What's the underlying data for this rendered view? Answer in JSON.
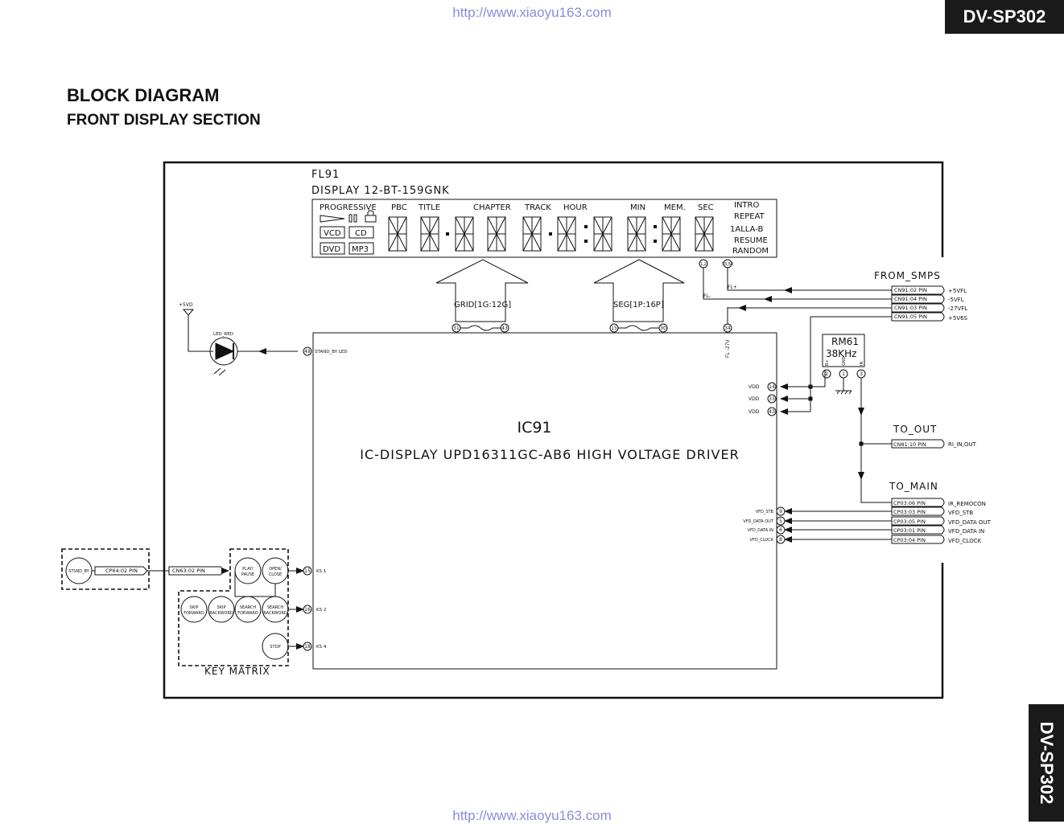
{
  "header": {
    "url": "http://www.xiaoyu163.com",
    "model": "DV-SP302",
    "title": "BLOCK DIAGRAM",
    "subtitle": "FRONT DISPLAY SECTION"
  },
  "display": {
    "ref": "FL91",
    "part": "DISPLAY 12-BT-159GNK",
    "labels": {
      "progressive": "PROGRESSIVE",
      "pbc": "PBC",
      "title": "TITLE",
      "chapter": "CHAPTER",
      "track": "TRACK",
      "hour": "HOUR",
      "min": "MIN",
      "mem": "MEM.",
      "sec": "SEC",
      "vcd": "VCD",
      "cd": "CD",
      "dvd": "DVD",
      "mp3": "MP3"
    },
    "modes": [
      "INTRO",
      "REPEAT",
      "1ALLA-B",
      "RESUME",
      "RANDOM"
    ],
    "pin_a": "1,2",
    "pin_b": "53,54"
  },
  "ic": {
    "ref": "IC91",
    "desc": "IC-DISPLAY UPD16311GC-AB6 HIGH VOLTAGE DRIVER",
    "grid_label": "GRID[1G:12G]",
    "seg_label": "SEG[1P:16P]",
    "grid_pins": [
      "31",
      "43"
    ],
    "seg_pins": [
      "15",
      "30"
    ],
    "fl_pin": "34",
    "fl_label": "FL -27V",
    "led_pin": "49",
    "led_pin_label": "STAND_BY LED",
    "vdd_pins": [
      {
        "name": "VDD",
        "pin": "14"
      },
      {
        "name": "VDD",
        "pin": "33"
      },
      {
        "name": "VDD",
        "pin": "43"
      }
    ],
    "vfd_pins": [
      {
        "name": "VFD_STB",
        "pin": "9"
      },
      {
        "name": "VFD_DATA OUT",
        "pin": "5"
      },
      {
        "name": "VFD_DATA IN",
        "pin": "6"
      },
      {
        "name": "VFD_CLOCK",
        "pin": "8"
      }
    ],
    "ks_pins": [
      {
        "name": "KS 1",
        "pin": "15"
      },
      {
        "name": "KS 2",
        "pin": "16"
      },
      {
        "name": "KS 4",
        "pin": "18"
      }
    ]
  },
  "from_smps": {
    "label": "FROM_SMPS",
    "fl_plus": "FL+",
    "fl_minus": "FL-",
    "rows": [
      {
        "conn": "CN91:02 PIN",
        "sig": "+5VFL"
      },
      {
        "conn": "CN91:04 PIN",
        "sig": "-5VFL"
      },
      {
        "conn": "CN91:03 PIN",
        "sig": "-27VFL"
      },
      {
        "conn": "CN91:05 PIN",
        "sig": "+5V6S"
      }
    ]
  },
  "rm61": {
    "ref": "RM61",
    "freq": "38KHz",
    "pin_names": [
      "B+",
      "GND",
      "IN"
    ],
    "pins": [
      "2",
      "1",
      "3"
    ]
  },
  "to_out": {
    "label": "TO_OUT",
    "conn": "CN81:10 PIN",
    "sig": "RI_IN,OUT"
  },
  "to_main": {
    "label": "TO_MAIN",
    "rows": [
      {
        "conn": "CP03:06 PIN",
        "sig": "IR_REMOCON"
      },
      {
        "conn": "CP03:03 PIN",
        "sig": "VFD_STB"
      },
      {
        "conn": "CP03:05 PIN",
        "sig": "VFD_DATA OUT"
      },
      {
        "conn": "CP03:01 PIN",
        "sig": "VFD_DATA IN"
      },
      {
        "conn": "CP03:04 PIN",
        "sig": "VFD_CLOCK"
      }
    ]
  },
  "led": {
    "supply": "+5VD",
    "name": "LED_RED"
  },
  "standby": {
    "name": "STSND_BY",
    "conn_a": "CP64:02 PIN",
    "conn_b": "CN63:02 PIN"
  },
  "keys": {
    "label": "KEY MATRIX",
    "play": [
      "PLAY/",
      "PAUSE"
    ],
    "open": [
      "OPEN/",
      "CLOSE"
    ],
    "skip_fwd": [
      "SKIP",
      "FORWARD"
    ],
    "skip_bwd": [
      "SKIP",
      "BACKWORD"
    ],
    "search_fwd": [
      "SEARCH",
      "FORWARD"
    ],
    "search_bwd": [
      "SEARCH",
      "BACKWORD"
    ],
    "stop": "STOP"
  }
}
